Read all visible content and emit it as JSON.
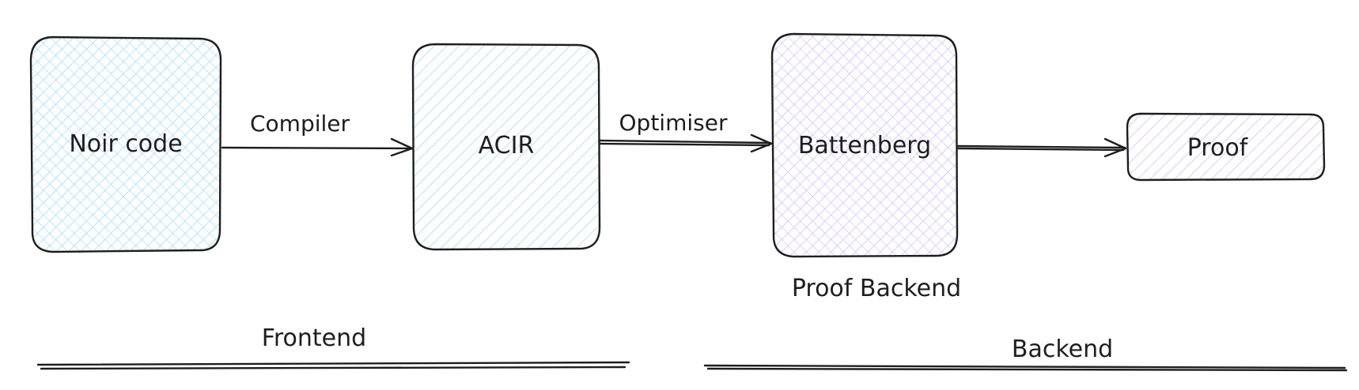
{
  "colors": {
    "stroke": "#1e1e1e",
    "blue_fill": "#a5d8ff",
    "purple_fill": "#d0bfff",
    "background": "#ffffff"
  },
  "nodes": {
    "noir_code": "Noir code",
    "acir": "ACIR",
    "battenberg": "Battenberg",
    "proof": "Proof"
  },
  "edges": {
    "compiler": "Compiler",
    "optimiser": "Optimiser"
  },
  "captions": {
    "proof_backend": "Proof Backend",
    "frontend": "Frontend",
    "backend": "Backend"
  }
}
